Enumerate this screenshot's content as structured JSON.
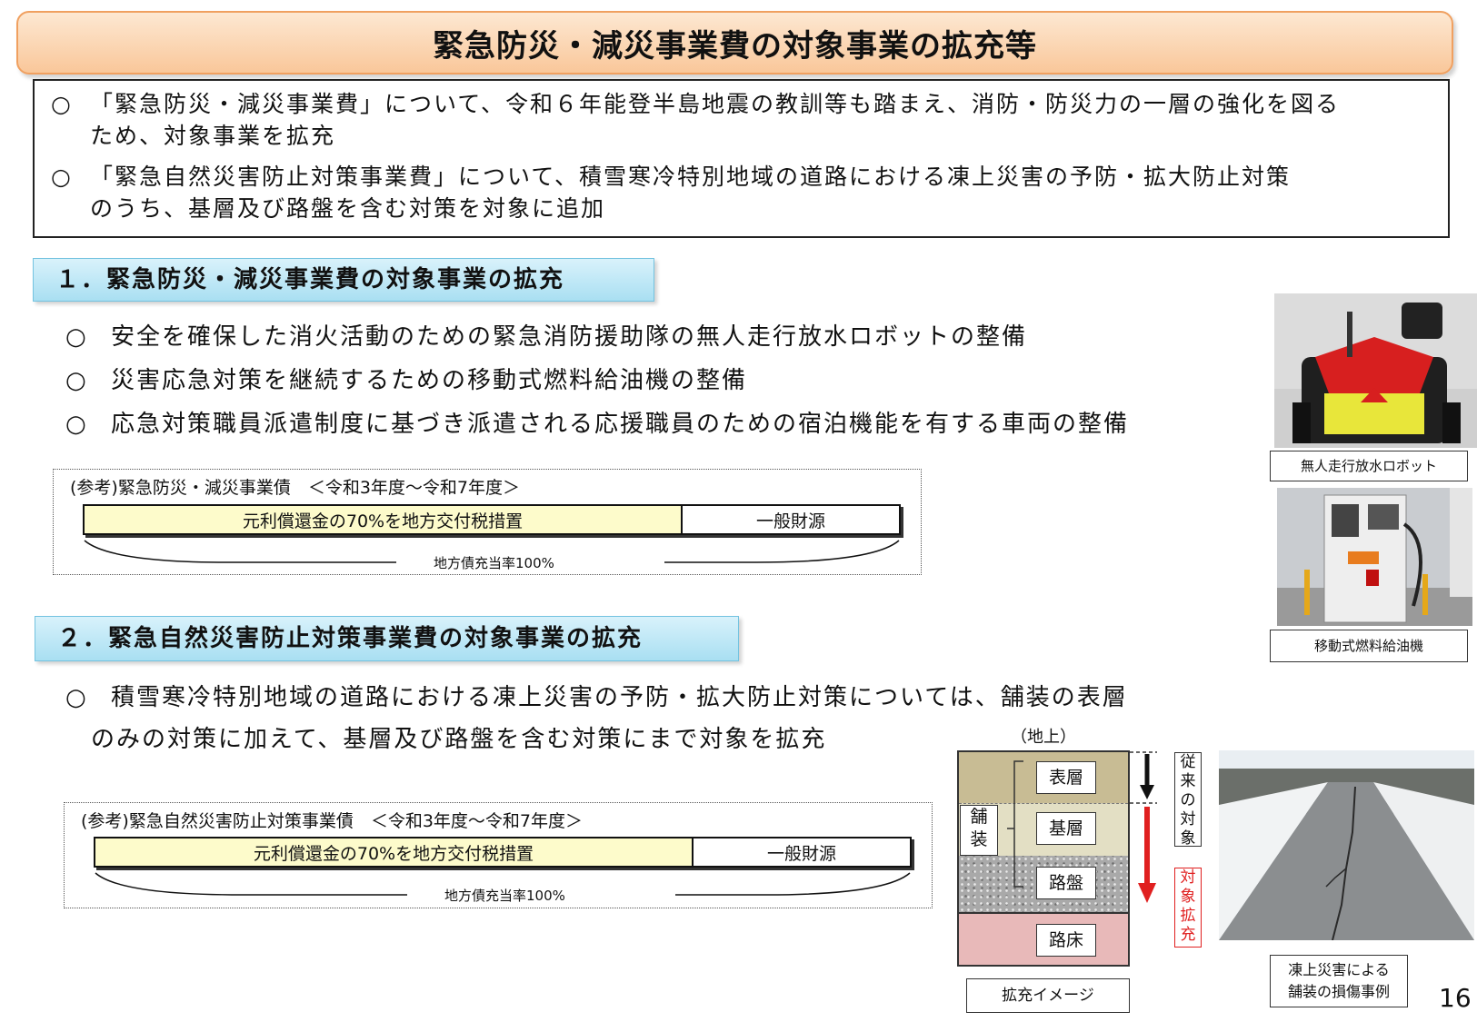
{
  "title": "緊急防災・減災事業費の対象事業の拡充等",
  "summary": {
    "items": [
      {
        "mark": "○",
        "line1": "「緊急防災・減災事業費」について、令和６年能登半島地震の教訓等も踏まえ、消防・防災力の一層の強化を図る",
        "line2": "ため、対象事業を拡充"
      },
      {
        "mark": "○",
        "line1": "「緊急自然災害防止対策事業費」について、積雪寒冷特別地域の道路における凍上災害の予防・拡大防止対策",
        "line2": "のうち、基層及び路盤を含む対策を対象に追加"
      }
    ]
  },
  "section1": {
    "heading": "１．緊急防災・減災事業費の対象事業の拡充",
    "bullets": [
      {
        "mark": "○",
        "text": "安全を確保した消火活動のための緊急消防援助隊の無人走行放水ロボットの整備"
      },
      {
        "mark": "○",
        "text": "災害応急対策を継続するための移動式燃料給油機の整備"
      },
      {
        "mark": "○",
        "text": "応急対策職員派遣制度に基づき派遣される応援職員のための宿泊機能を有する車両の整備"
      }
    ],
    "reference": {
      "title": "(参考)緊急防災・減災事業債　＜令和3年度～令和7年度＞",
      "bar_main": "元利償還金の70%を地方交付税措置",
      "bar_other": "一般財源",
      "brace_label": "地方債充当率100%"
    }
  },
  "section2": {
    "heading": "２．緊急自然災害防止対策事業費の対象事業の拡充",
    "bullet_mark": "○",
    "bullet_line1": "積雪寒冷特別地域の道路における凍上災害の予防・拡大防止対策については、舗装の表層",
    "bullet_line2": "のみの対策に加えて、基層及び路盤を含む対策にまで対象を拡充",
    "reference": {
      "title": "(参考)緊急自然災害防止対策事業債　＜令和3年度～令和7年度＞",
      "bar_main": "元利償還金の70%を地方交付税措置",
      "bar_other": "一般財源",
      "brace_label": "地方債充当率100%"
    }
  },
  "photos": {
    "robot_caption": "無人走行放水ロボット",
    "fuel_caption": "移動式燃料給油機",
    "road_caption_line1": "凍上災害による",
    "road_caption_line2": "舗装の損傷事例"
  },
  "diagram": {
    "ground_label": "（地上）",
    "layers": [
      "表層",
      "基層",
      "路盤",
      "路床"
    ],
    "pavement_label": [
      "舗",
      "装"
    ],
    "previous_label": [
      "従",
      "来",
      "の",
      "対",
      "象"
    ],
    "expanded_label": [
      "対",
      "象",
      "拡",
      "充"
    ],
    "caption": "拡充イメージ",
    "colors": {
      "surface": "#c8bc94",
      "base": "#e3dfc4",
      "subbase": "#a9a9a9",
      "subgrade": "#e8b9b9",
      "expanded": "#e02020"
    }
  },
  "page_number": "16"
}
